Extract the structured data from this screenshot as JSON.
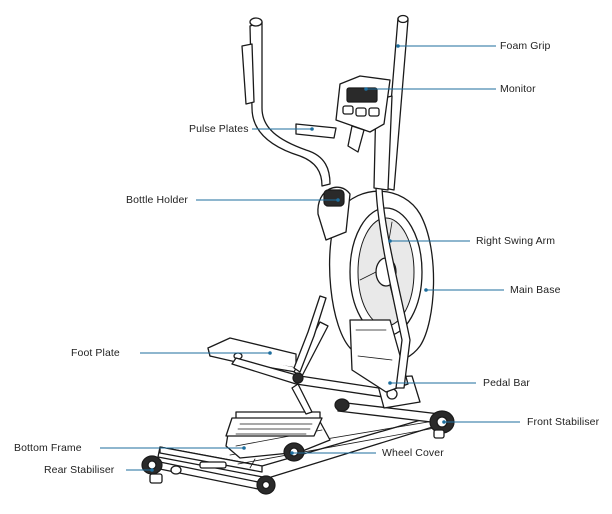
{
  "colors": {
    "leader": "#1d6e9e",
    "machine_stroke": "#1a1a1a"
  },
  "labels": {
    "foam_grip": "Foam Grip",
    "monitor": "Monitor",
    "pulse_plates": "Pulse Plates",
    "bottle_holder": "Bottle Holder",
    "right_swing_arm": "Right Swing Arm",
    "main_base": "Main Base",
    "foot_plate": "Foot Plate",
    "pedal_bar": "Pedal Bar",
    "front_stabiliser": "Front Stabiliser",
    "bottom_frame": "Bottom Frame",
    "wheel_cover": "Wheel Cover",
    "rear_stabiliser": "Rear Stabiliser"
  }
}
